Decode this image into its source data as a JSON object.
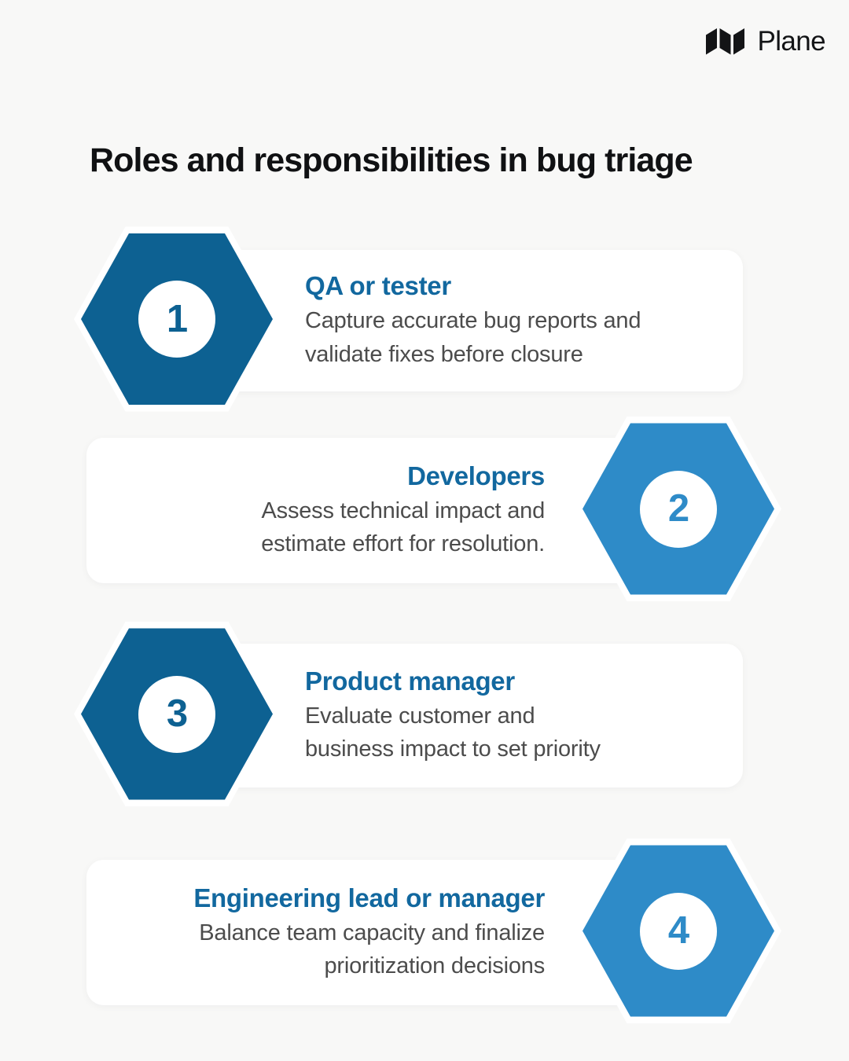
{
  "brand": {
    "name": "Plane",
    "logo_icon": "plane-logo-icon"
  },
  "title": "Roles and responsibilities in bug triage",
  "background_color": "#f8f8f7",
  "colors": {
    "hex_dark": "#0d6192",
    "hex_light": "#2e8bc8",
    "heading": "#12689f",
    "body_text": "#4c4c4c",
    "card_bg": "#ffffff"
  },
  "steps": [
    {
      "number": "1",
      "heading": "QA or tester",
      "description": "Capture accurate bug reports and\nvalidate fixes before closure",
      "hex_side": "left",
      "hex_color": "#0d6192"
    },
    {
      "number": "2",
      "heading": "Developers",
      "description": "Assess technical impact and\nestimate effort for resolution.",
      "hex_side": "right",
      "hex_color": "#2e8bc8"
    },
    {
      "number": "3",
      "heading": "Product manager",
      "description": "Evaluate customer and\nbusiness impact to set priority",
      "hex_side": "left",
      "hex_color": "#0d6192"
    },
    {
      "number": "4",
      "heading": "Engineering lead or manager",
      "description": "Balance team capacity and finalize\nprioritization decisions",
      "hex_side": "right",
      "hex_color": "#2e8bc8"
    }
  ]
}
